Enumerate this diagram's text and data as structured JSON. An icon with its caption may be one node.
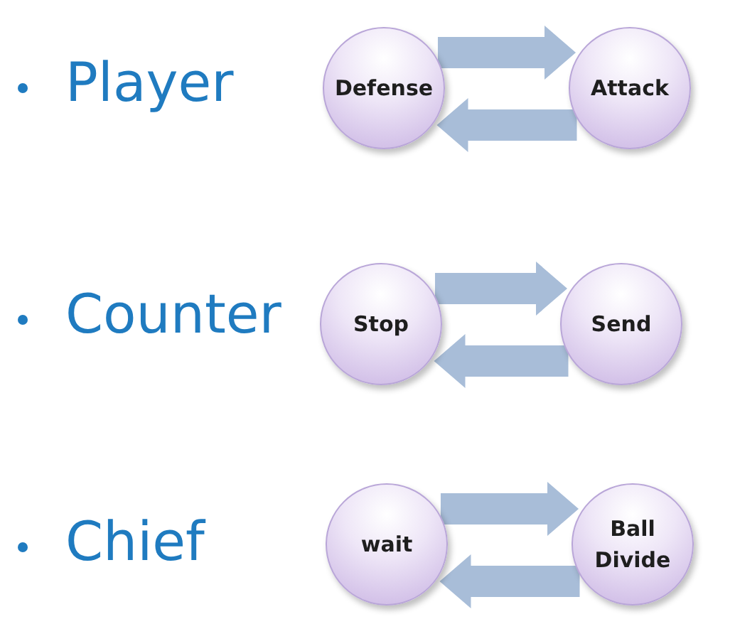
{
  "diagram": {
    "nodes": [
      {
        "text": [
          "Defense"
        ]
      },
      {
        "text": [
          "Attack"
        ]
      },
      {
        "text": [
          "Stop"
        ]
      },
      {
        "text": [
          "Send"
        ]
      },
      {
        "text": [
          "wait"
        ]
      },
      {
        "text": [
          "Ball Divide"
        ]
      }
    ],
    "edges": [
      {
        "from": 0,
        "to": 1,
        "arrow": "to"
      },
      {
        "from": 1,
        "to": 0,
        "arrow": "to"
      },
      {
        "from": 2,
        "to": 3,
        "arrow": "to"
      },
      {
        "from": 3,
        "to": 2,
        "arrow": "to"
      },
      {
        "from": 4,
        "to": 5,
        "arrow": "to"
      },
      {
        "from": 5,
        "to": 4,
        "arrow": "to"
      }
    ],
    "labels": [
      "Player",
      "Counter",
      "Chief"
    ]
  }
}
